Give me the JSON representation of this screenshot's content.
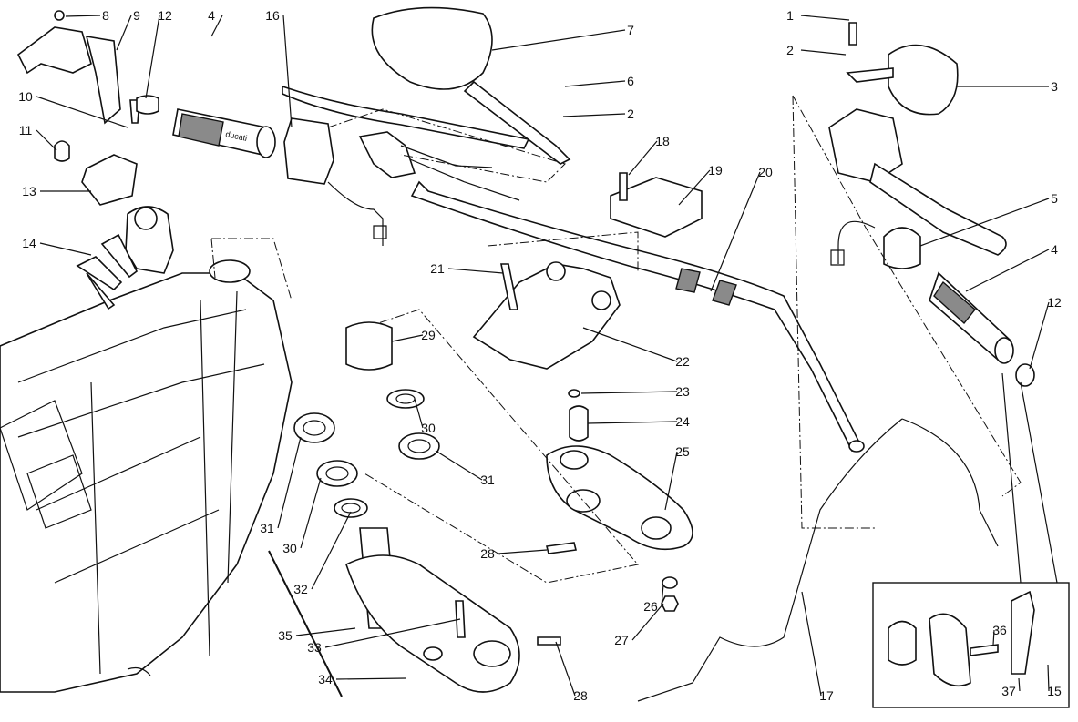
{
  "diagram": {
    "callouts": [
      "8",
      "9",
      "12",
      "4",
      "16",
      "7",
      "6",
      "2",
      "1",
      "2",
      "3",
      "10",
      "11",
      "13",
      "14",
      "18",
      "19",
      "20",
      "5",
      "4",
      "12",
      "21",
      "22",
      "23",
      "24",
      "25",
      "29",
      "30",
      "31",
      "31",
      "30",
      "32",
      "35",
      "33",
      "34",
      "28",
      "28",
      "26",
      "27",
      "17",
      "36",
      "37",
      "15"
    ],
    "grip_brand_text": "ducati"
  }
}
